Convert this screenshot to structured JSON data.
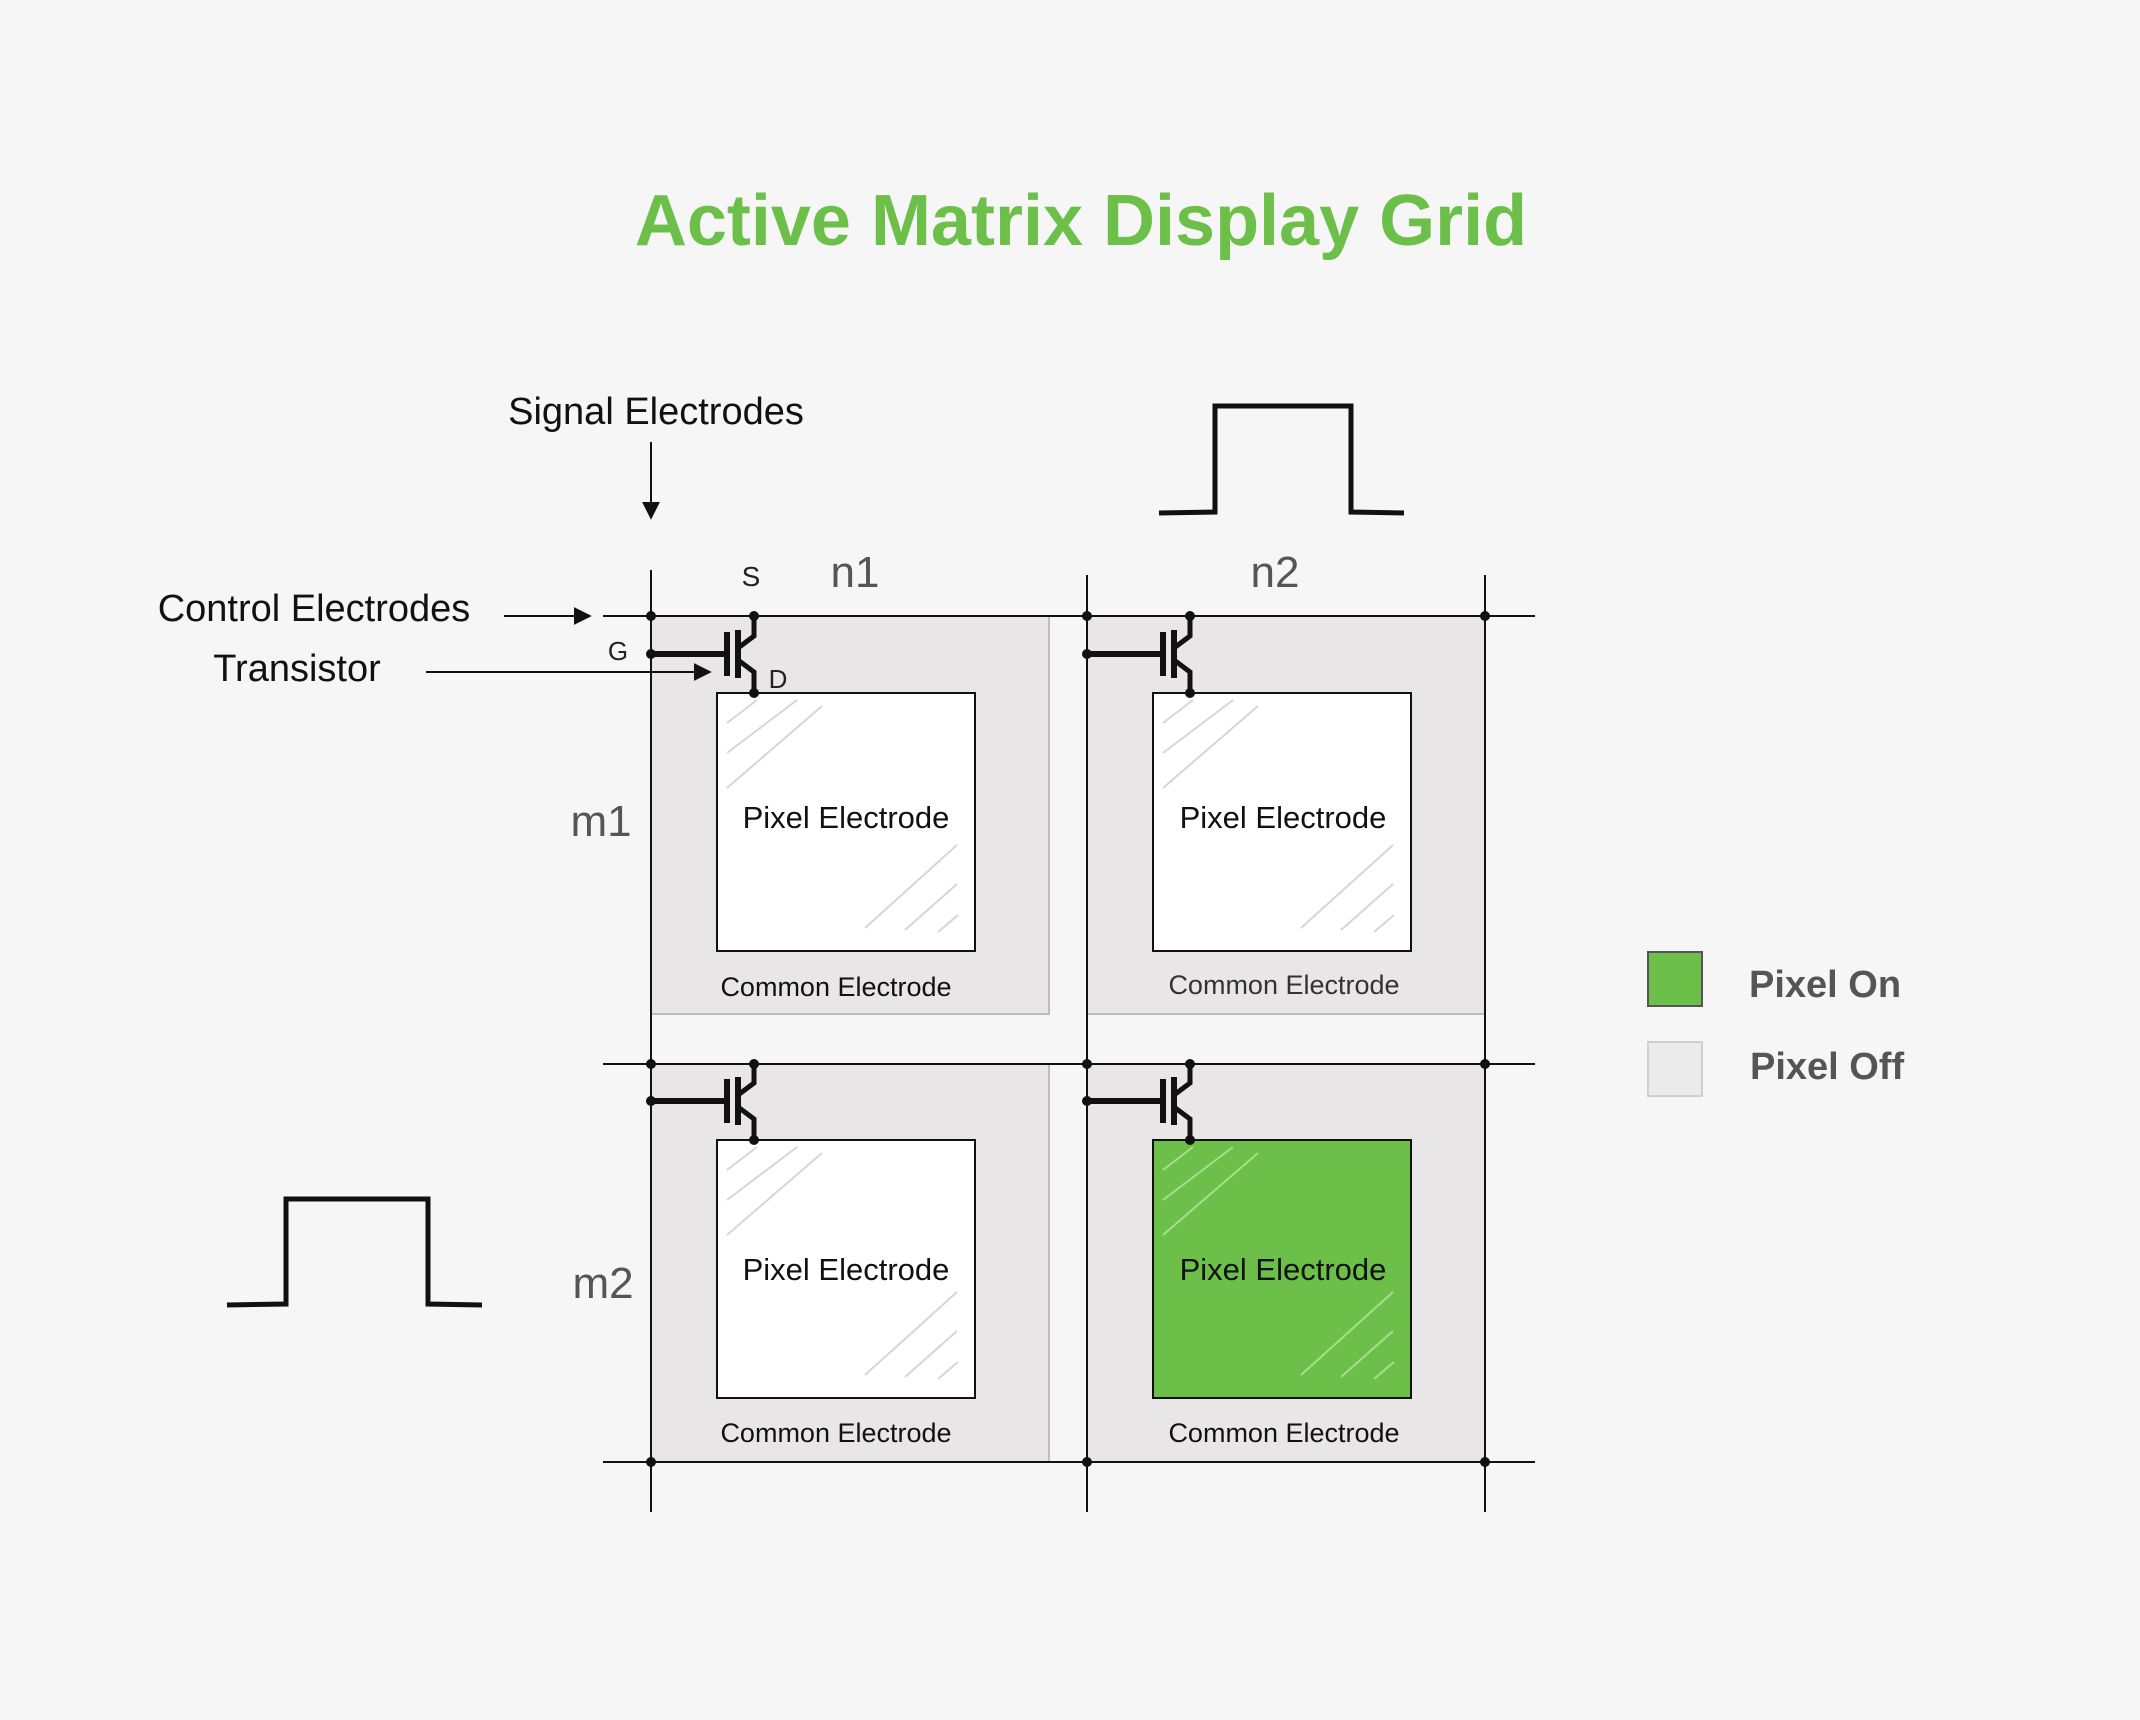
{
  "title": "Active Matrix Display Grid",
  "labels": {
    "signal_electrodes": "Signal Electrodes",
    "control_electrodes": "Control Electrodes",
    "transistor": "Transistor",
    "source": "S",
    "gate": "G",
    "drain": "D"
  },
  "columns": [
    "n1",
    "n2"
  ],
  "rows": [
    "m1",
    "m2"
  ],
  "cells": [
    {
      "pixel_label": "Pixel Electrode",
      "common_label": "Common Electrode",
      "state": "off"
    },
    {
      "pixel_label": "Pixel Electrode",
      "common_label": "Common Electrode",
      "state": "off"
    },
    {
      "pixel_label": "Pixel Electrode",
      "common_label": "Common Electrode",
      "state": "off"
    },
    {
      "pixel_label": "Pixel Electrode",
      "common_label": "Common Electrode",
      "state": "on"
    }
  ],
  "legend": {
    "on": "Pixel On",
    "off": "Pixel Off"
  },
  "colors": {
    "title": "#6cc04a",
    "pixel_on": "#6cc04a",
    "pixel_off": "#ffffff",
    "cell_bg": "#e8e6e6",
    "legend_off": "#ebebeb"
  }
}
